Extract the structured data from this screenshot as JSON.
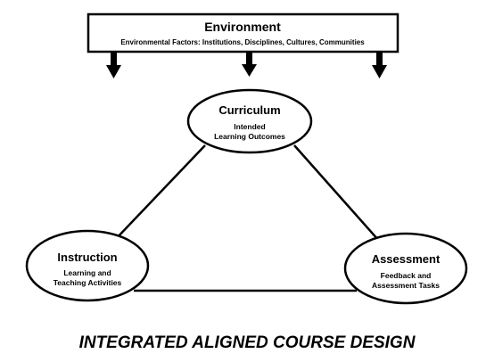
{
  "environment": {
    "title": "Environment",
    "subtitle": "Environmental Factors: Institutions, Disciplines, Cultures, Communities"
  },
  "curriculum": {
    "title": "Curriculum",
    "line1": "Intended",
    "line2": "Learning Outcomes"
  },
  "instruction": {
    "title": "Instruction",
    "line1": "Learning and",
    "line2": "Teaching Activities"
  },
  "assessment": {
    "title": "Assessment",
    "line1": "Feedback and",
    "line2": "Assessment Tasks"
  },
  "caption": "INTEGRATED ALIGNED COURSE DESIGN",
  "colors": {
    "stroke": "#000000",
    "fill": "#ffffff",
    "text": "#000000"
  }
}
